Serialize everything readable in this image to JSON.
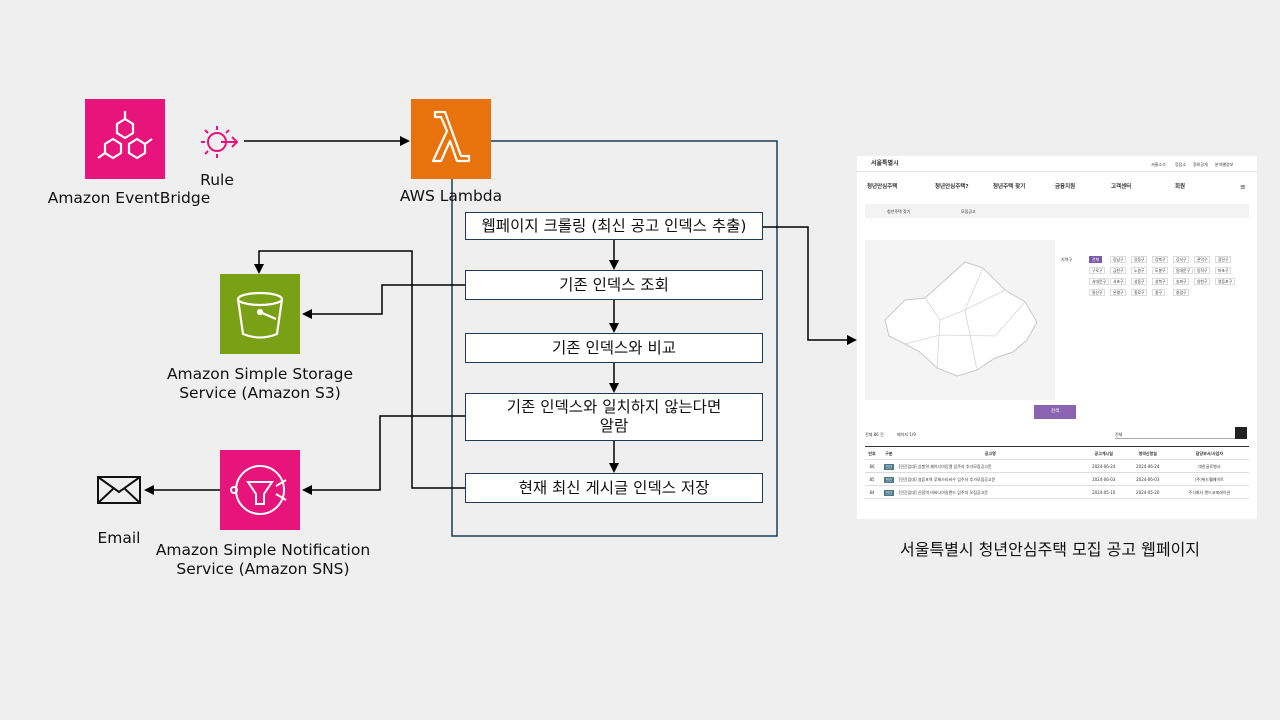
{
  "services": {
    "eventbridge": "Amazon EventBridge",
    "rule": "Rule",
    "lambda": "AWS Lambda",
    "s3_line1": "Amazon Simple Storage",
    "s3_line2": "Service (Amazon S3)",
    "sns_line1": "Amazon Simple Notification",
    "sns_line2": "Service (Amazon SNS)",
    "email": "Email"
  },
  "steps": [
    "웹페이지 크롤링 (최신 공고 인덱스 추출)",
    "기존 인덱스 조회",
    "기존 인덱스와 비교",
    "기존 인덱스와 일치하지 않는다면",
    "알람",
    "현재 최신 게시글 인덱스 저장"
  ],
  "website": {
    "caption": "서울특별시 청년안심주택 모집 공고 웹페이지",
    "logo": "서울특별시",
    "top_links": [
      "서울소식",
      "응답소",
      "정보공개",
      "분야별정보"
    ],
    "nav": [
      "청년안심주택",
      "청년안심주택?",
      "청년주택 찾기",
      "금융지원",
      "고객센터",
      "회원"
    ],
    "crumbs": [
      "청년주택 찾기",
      "모집공고"
    ],
    "district_label": "지역구",
    "districts": [
      "전체",
      "강남구",
      "강동구",
      "강북구",
      "강서구",
      "관악구",
      "광진구",
      "구로구",
      "금천구",
      "노원구",
      "도봉구",
      "동대문구",
      "동작구",
      "마포구",
      "서대문구",
      "서초구",
      "성동구",
      "성북구",
      "송파구",
      "양천구",
      "영등포구",
      "용산구",
      "은평구",
      "종로구",
      "중구",
      "중랑구"
    ],
    "search_button": "검색",
    "total": "전체 86 건",
    "page": "페이지 1/9",
    "filter": "전체",
    "table_headers": [
      "번호",
      "구분",
      "공고명",
      "공고게시일",
      "청약신청일",
      "담당부서/사업자"
    ],
    "rows": [
      {
        "no": "86",
        "type": "민간",
        "title": "[민간임대] 상봉역 제이디아잉엘 입주자 추가모집공고문",
        "posted": "2024-06-24",
        "apply": "2024-06-24",
        "org": "대한글로벌사"
      },
      {
        "no": "85",
        "type": "민간",
        "title": "[민간임대] 영등포역 루체스타비우 입주자 추가모집공고문",
        "posted": "2024-06-03",
        "apply": "2024-06-03",
        "org": "(주)위드웰메이트"
      },
      {
        "no": "84",
        "type": "민간",
        "title": "[민간임대] 신림역 비바나아일랜드 입주자 모집공고문",
        "posted": "2024-05-10",
        "apply": "2024-05-20",
        "org": "주식회사 랜드코퍼레이션"
      }
    ]
  },
  "colors": {
    "eventbridge": "#e7157b",
    "lambda": "#e8730d",
    "s3": "#7aa116",
    "sns": "#e7157b",
    "frame": "#1f3b57"
  }
}
